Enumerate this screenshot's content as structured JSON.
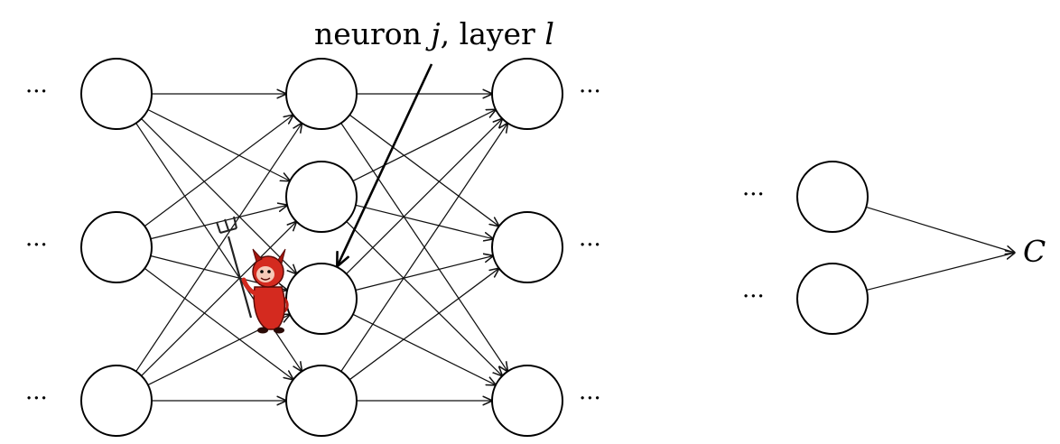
{
  "annotation": {
    "prefix": "neuron ",
    "j": "j",
    "middle": ", layer ",
    "l": "l"
  },
  "ellipsis": "···",
  "output_label": "C",
  "figure": {
    "devil_icon": "devil-with-pitchfork-icon",
    "colors": {
      "devil_red": "#d42a1f",
      "node_stroke": "#000000",
      "edge": "#111111"
    }
  }
}
